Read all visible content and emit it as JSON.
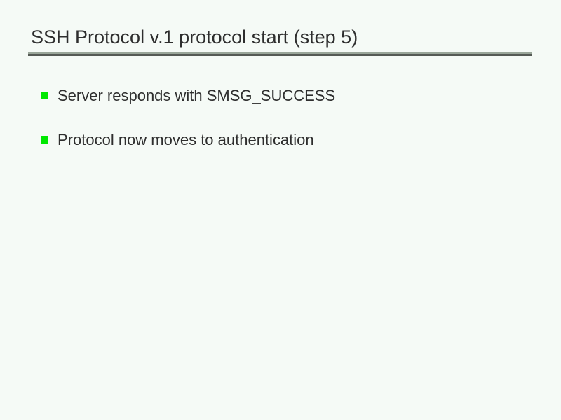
{
  "slide": {
    "title": "SSH Protocol v.1 protocol start (step 5)",
    "background_color": "#f5faf6",
    "text_color": "#2e2e2e",
    "rule": {
      "top_color": "#9aa69a",
      "bottom_color": "#555a55"
    },
    "bullet_color": "#00e800",
    "bullets": [
      {
        "text": "Server responds with SMSG_SUCCESS",
        "marker": "green-square-bullet-icon"
      },
      {
        "text": "Protocol now moves to authentication",
        "marker": "green-square-bullet-icon"
      }
    ]
  }
}
